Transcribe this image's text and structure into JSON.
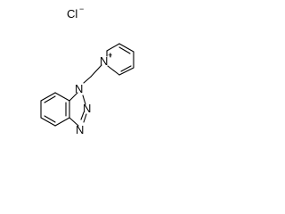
{
  "molecule": {
    "counter_ion": {
      "element": "Cl",
      "charge": "−"
    },
    "pyridinium_n": {
      "element": "N",
      "charge": "+"
    },
    "triazole_n1": {
      "element": "N"
    },
    "triazole_n2": {
      "element": "N"
    },
    "triazole_n3": {
      "element": "N"
    }
  },
  "colors": {
    "bond": "#000000",
    "background": "#ffffff"
  }
}
